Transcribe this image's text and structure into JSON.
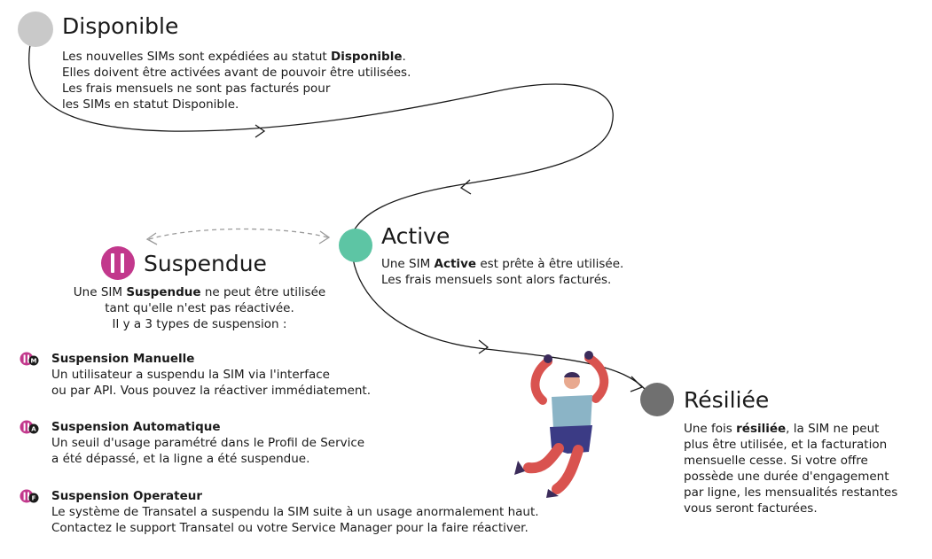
{
  "colors": {
    "disponible": "#c9c9c9",
    "active": "#5dc5a4",
    "suspendue": "#c2388c",
    "resiliee": "#707070",
    "text": "#1a1a1a"
  },
  "disponible": {
    "title": "Disponible",
    "line1_pre": "Les nouvelles SIMs sont expédiées au statut ",
    "line1_bold": "Disponible",
    "line1_post": ".",
    "line2": "Elles doivent être activées avant de pouvoir être utilisées.",
    "line3": "Les frais mensuels ne sont pas facturés pour",
    "line4": "les SIMs en statut Disponible."
  },
  "active": {
    "title": "Active",
    "line1_pre": "Une SIM ",
    "line1_bold": "Active",
    "line1_post": " est prête à être utilisée.",
    "line2": "Les frais mensuels sont alors facturés."
  },
  "suspendue": {
    "title": "Suspendue",
    "line1_pre": "Une SIM ",
    "line1_bold": "Suspendue",
    "line1_post": " ne peut être utilisée",
    "line2": "tant qu'elle n'est pas réactivée.",
    "line3": "Il y a 3 types de suspension :",
    "types": [
      {
        "letter": "M",
        "title": "Suspension Manuelle",
        "line1": "Un utilisateur a suspendu la SIM via l'interface",
        "line2": "ou par API. Vous pouvez la réactiver immédiatement."
      },
      {
        "letter": "A",
        "title": "Suspension Automatique",
        "line1": "Un seuil d'usage paramétré dans le Profil de Service",
        "line2": "a été dépassé, et la ligne a été suspendue."
      },
      {
        "letter": "F",
        "title": "Suspension Operateur",
        "line1": "Le système de Transatel a suspendu la SIM suite à un usage anormalement haut.",
        "line2": "Contactez le support Transatel ou votre Service Manager pour la faire réactiver."
      }
    ]
  },
  "resiliee": {
    "title": "Résiliée",
    "line1_pre": "Une fois ",
    "line1_bold": "résiliée",
    "line1_post": ", la SIM ne peut",
    "line2": "plus être utilisée, et la facturation",
    "line3": "mensuelle cesse. Si votre offre",
    "line4": "possède une durée d'engagement",
    "line5": "par ligne, les mensualités restantes",
    "line6": "vous seront facturées."
  }
}
